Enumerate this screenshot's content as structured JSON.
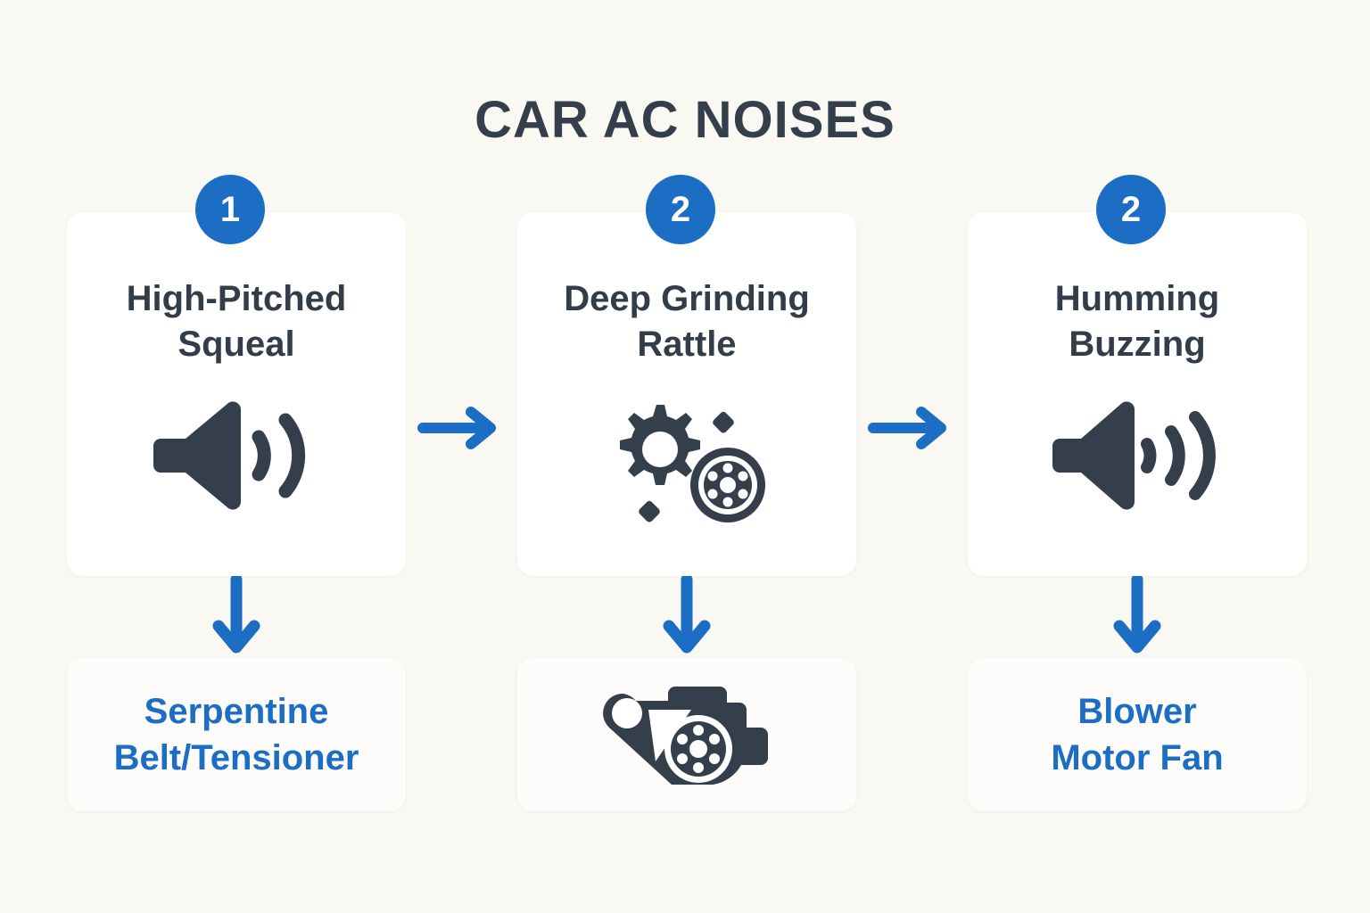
{
  "page": {
    "title": "CAR AC NOISES",
    "background_color": "#faf8f3",
    "accent_color": "#1b6ec4",
    "text_color": "#323d49"
  },
  "columns": [
    {
      "badge": "1",
      "noise_title": "High-Pitched\nSqueal",
      "noise_icon": "speaker-two-waves-icon",
      "down_arrow": "arrow-down-icon",
      "cause_text": "Serpentine\nBelt/Tensioner",
      "cause_icon": ""
    },
    {
      "badge": "2",
      "noise_title": "Deep Grinding\nRattle",
      "noise_icon": "gear-and-bearing-icon",
      "down_arrow": "arrow-down-icon",
      "cause_text": "",
      "cause_icon": "ac-compressor-pulley-icon"
    },
    {
      "badge": "2",
      "noise_title": "Humming\nBuzzing",
      "noise_icon": "speaker-three-waves-icon",
      "down_arrow": "arrow-down-icon",
      "cause_text": "Blower\nMotor Fan",
      "cause_icon": ""
    }
  ],
  "flow_arrows": [
    {
      "name": "arrow-right-icon"
    },
    {
      "name": "arrow-right-icon"
    }
  ]
}
